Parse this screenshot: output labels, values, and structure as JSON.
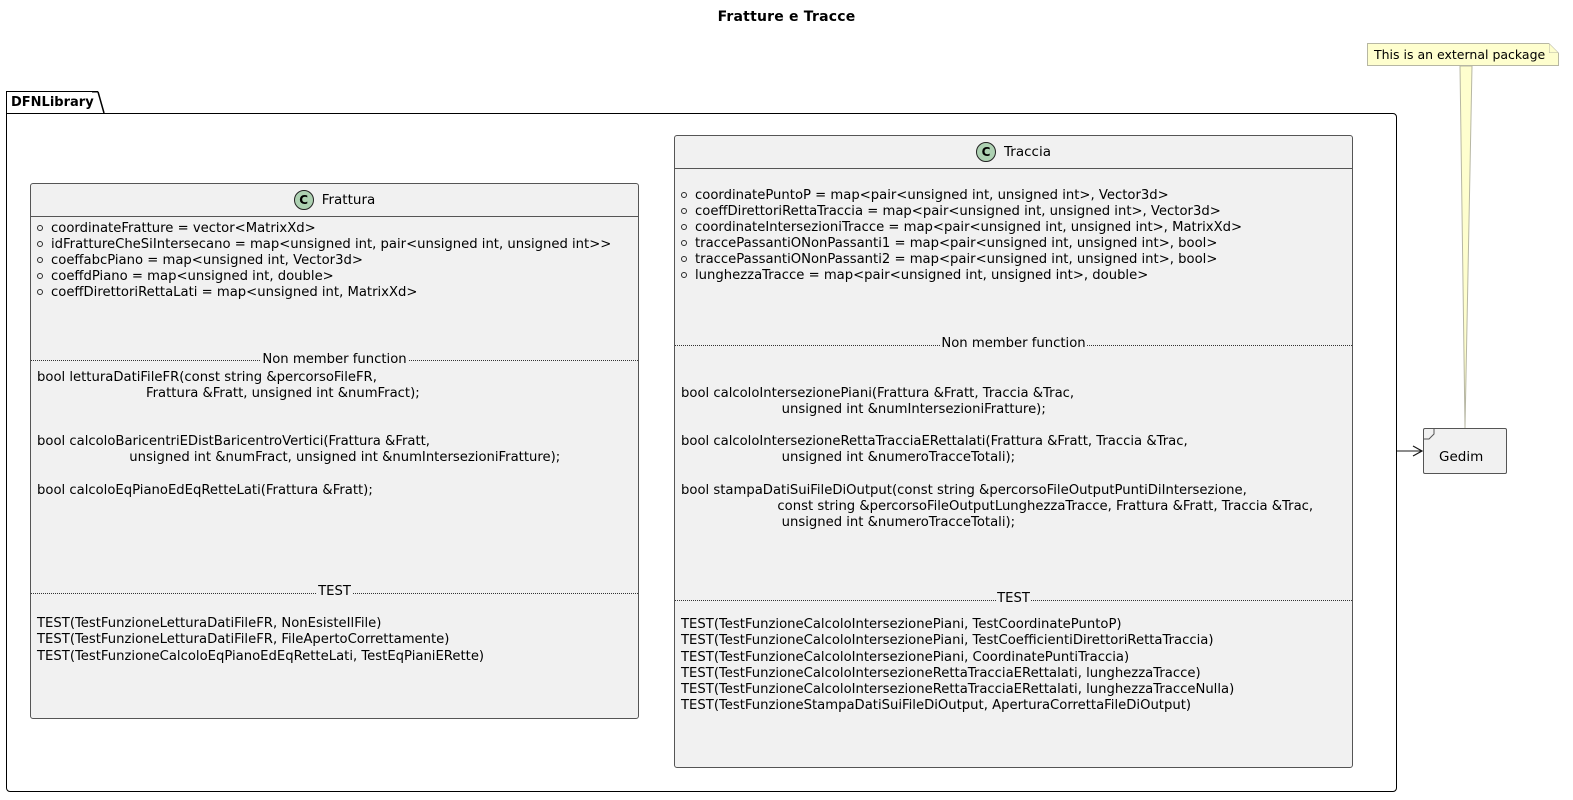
{
  "title": "Fratture e Tracce",
  "package": {
    "name": "DFNLibrary"
  },
  "note": {
    "text": "This is an external package"
  },
  "external": {
    "name": "Gedim"
  },
  "colors": {
    "class_fill": "#f1f1f1",
    "class_icon": "#add1b2",
    "note_fill": "#fefece"
  },
  "classes": [
    {
      "name": "Frattura",
      "icon_letter": "C",
      "attributes": [
        "coordinateFratture = vector<MatrixXd>",
        "idFrattureCheSiIntersecano = map<unsigned int, pair<unsigned int, unsigned int>>",
        "coeffabcPiano = map<unsigned int, Vector3d>",
        "coeffdPiano = map<unsigned int, double>",
        "coeffDirettoriRettaLati = map<unsigned int, MatrixXd>"
      ],
      "section1_title": "Non member function",
      "functions": [
        "bool letturaDatiFileFR(const string &percorsoFileFR,",
        "                          Frattura &Fratt, unsigned int &numFract);",
        "bool calcoloBaricentriEDistBaricentroVertici(Frattura &Fratt,",
        "                      unsigned int &numFract, unsigned int &numIntersezioniFratture);",
        "bool calcoloEqPianoEdEqRetteLati(Frattura &Fratt);"
      ],
      "section2_title": "TEST",
      "tests": [
        "TEST(TestFunzioneLetturaDatiFileFR, NonEsisteIlFile)",
        "TEST(TestFunzioneLetturaDatiFileFR, FileApertoCorrettamente)",
        "TEST(TestFunzioneCalcoloEqPianoEdEqRetteLati, TestEqPianiERette)"
      ]
    },
    {
      "name": "Traccia",
      "icon_letter": "C",
      "attributes": [
        "coordinatePuntoP = map<pair<unsigned int, unsigned int>, Vector3d>",
        "coeffDirettoriRettaTraccia = map<pair<unsigned int, unsigned int>, Vector3d>",
        "coordinateIntersezioniTracce = map<pair<unsigned int, unsigned int>, MatrixXd>",
        "traccePassantiONonPassanti1 = map<pair<unsigned int, unsigned int>, bool>",
        "traccePassantiONonPassanti2 = map<pair<unsigned int, unsigned int>, bool>",
        "lunghezzaTracce = map<pair<unsigned int, unsigned int>, double>"
      ],
      "section1_title": "Non member function",
      "functions": [
        "bool calcoloIntersezionePiani(Frattura &Fratt, Traccia &Trac,",
        "                        unsigned int &numIntersezioniFratture);",
        "bool calcoloIntersezioneRettaTracciaERettalati(Frattura &Fratt, Traccia &Trac,",
        "                        unsigned int &numeroTracceTotali);",
        "bool stampaDatiSuiFileDiOutput(const string &percorsoFileOutputPuntiDiIntersezione,",
        "                       const string &percorsoFileOutputLunghezzaTracce, Frattura &Fratt, Traccia &Trac,",
        "                        unsigned int &numeroTracceTotali);"
      ],
      "section2_title": "TEST",
      "tests": [
        "TEST(TestFunzioneCalcoloIntersezionePiani, TestCoordinatePuntoP)",
        "TEST(TestFunzioneCalcoloIntersezionePiani, TestCoefficientiDirettoriRettaTraccia)",
        "TEST(TestFunzioneCalcoloIntersezionePiani, CoordinatePuntiTraccia)",
        "TEST(TestFunzioneCalcoloIntersezioneRettaTracciaERettalati, lunghezzaTracce)",
        "TEST(TestFunzioneCalcoloIntersezioneRettaTracciaERettalati, lunghezzaTracceNulla)",
        "TEST(TestFunzioneStampaDatiSuiFileDiOutput, AperturaCorrettaFileDiOutput)"
      ]
    }
  ]
}
